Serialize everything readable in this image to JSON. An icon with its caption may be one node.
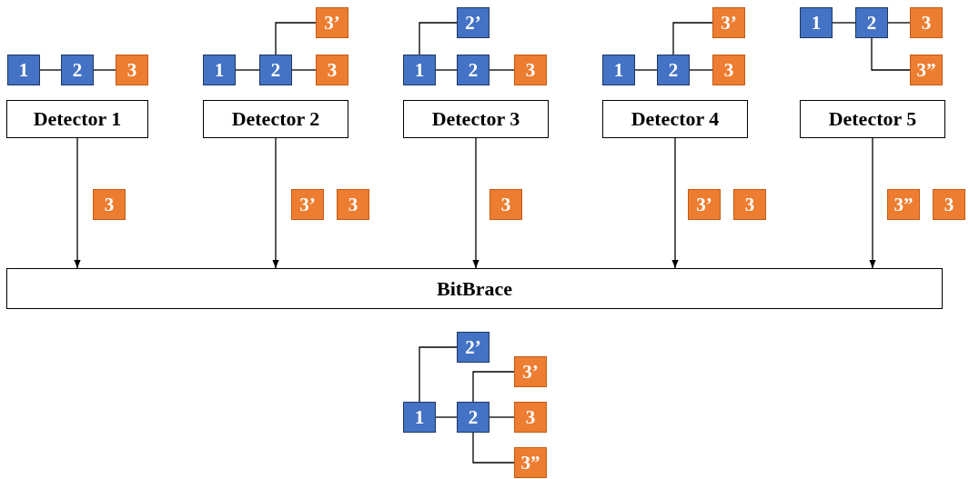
{
  "diagram": {
    "nodes": [
      {
        "text": [
          "1"
        ]
      },
      {
        "text": [
          "2"
        ]
      },
      {
        "text": [
          "3"
        ]
      },
      {
        "text": [
          "3’"
        ]
      },
      {
        "text": [
          "1"
        ]
      },
      {
        "text": [
          "2"
        ]
      },
      {
        "text": [
          "3"
        ]
      },
      {
        "text": [
          "2’"
        ]
      },
      {
        "text": [
          "1"
        ]
      },
      {
        "text": [
          "2"
        ]
      },
      {
        "text": [
          "3"
        ]
      },
      {
        "text": [
          "3’"
        ]
      },
      {
        "text": [
          "1"
        ]
      },
      {
        "text": [
          "2"
        ]
      },
      {
        "text": [
          "3"
        ]
      },
      {
        "text": [
          "1"
        ]
      },
      {
        "text": [
          "2"
        ]
      },
      {
        "text": [
          "3"
        ]
      },
      {
        "text": [
          "3”"
        ]
      },
      {
        "text": [
          "Detector 1"
        ]
      },
      {
        "text": [
          "Detector 2"
        ]
      },
      {
        "text": [
          "Detector 3"
        ]
      },
      {
        "text": [
          "Detector 4"
        ]
      },
      {
        "text": [
          "Detector 5"
        ]
      },
      {
        "text": [
          "3"
        ]
      },
      {
        "text": [
          "3’"
        ]
      },
      {
        "text": [
          "3"
        ]
      },
      {
        "text": [
          "3"
        ]
      },
      {
        "text": [
          "3’"
        ]
      },
      {
        "text": [
          "3"
        ]
      },
      {
        "text": [
          "3”"
        ]
      },
      {
        "text": [
          "3"
        ]
      },
      {
        "text": [
          "BitBrace"
        ]
      },
      {
        "text": [
          "2’"
        ]
      },
      {
        "text": [
          "3’"
        ]
      },
      {
        "text": [
          "1"
        ]
      },
      {
        "text": [
          "2"
        ]
      },
      {
        "text": [
          "3"
        ]
      },
      {
        "text": [
          "3”"
        ]
      }
    ],
    "edges": [
      {
        "from": 0,
        "to": 1,
        "arrow": "none"
      },
      {
        "from": 1,
        "to": 2,
        "arrow": "none"
      },
      {
        "from": 4,
        "to": 5,
        "arrow": "none"
      },
      {
        "from": 5,
        "to": 6,
        "arrow": "none"
      },
      {
        "from": 5,
        "to": 3,
        "arrow": "none"
      },
      {
        "from": 8,
        "to": 9,
        "arrow": "none"
      },
      {
        "from": 9,
        "to": 10,
        "arrow": "none"
      },
      {
        "from": 8,
        "to": 7,
        "arrow": "none"
      },
      {
        "from": 12,
        "to": 13,
        "arrow": "none"
      },
      {
        "from": 13,
        "to": 14,
        "arrow": "none"
      },
      {
        "from": 13,
        "to": 11,
        "arrow": "none"
      },
      {
        "from": 15,
        "to": 16,
        "arrow": "none"
      },
      {
        "from": 16,
        "to": 17,
        "arrow": "none"
      },
      {
        "from": 16,
        "to": 18,
        "arrow": "none"
      },
      {
        "from": 19,
        "to": 32,
        "arrow": "to"
      },
      {
        "from": 20,
        "to": 32,
        "arrow": "to"
      },
      {
        "from": 21,
        "to": 32,
        "arrow": "to"
      },
      {
        "from": 22,
        "to": 32,
        "arrow": "to"
      },
      {
        "from": 23,
        "to": 32,
        "arrow": "to"
      },
      {
        "from": 35,
        "to": 33,
        "arrow": "none"
      },
      {
        "from": 35,
        "to": 36,
        "arrow": "none"
      },
      {
        "from": 36,
        "to": 34,
        "arrow": "none"
      },
      {
        "from": 36,
        "to": 37,
        "arrow": "none"
      },
      {
        "from": 36,
        "to": 38,
        "arrow": "none"
      }
    ]
  }
}
